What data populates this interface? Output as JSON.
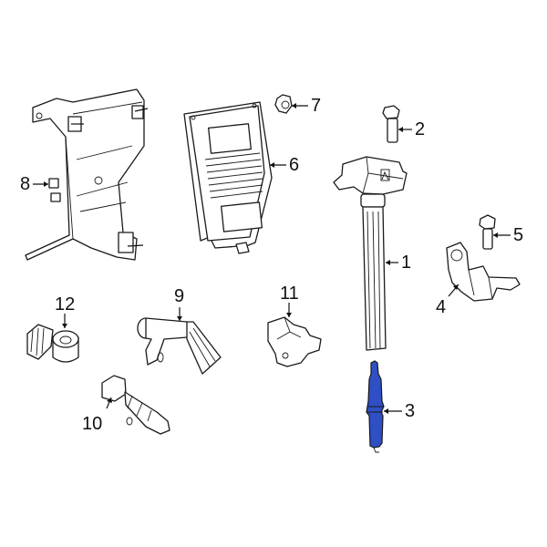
{
  "diagram": {
    "type": "exploded parts diagram",
    "highlight_color": "#2f4fc4",
    "highlighted_part": "3",
    "callouts": [
      {
        "id": "1",
        "label": "1",
        "part": "ignition-coil"
      },
      {
        "id": "2",
        "label": "2",
        "part": "coil-bolt"
      },
      {
        "id": "3",
        "label": "3",
        "part": "spark-plug"
      },
      {
        "id": "4",
        "label": "4",
        "part": "sensor-4"
      },
      {
        "id": "5",
        "label": "5",
        "part": "sensor-bolt"
      },
      {
        "id": "6",
        "label": "6",
        "part": "engine-control-module"
      },
      {
        "id": "7",
        "label": "7",
        "part": "nut"
      },
      {
        "id": "8",
        "label": "8",
        "part": "ecm-bracket"
      },
      {
        "id": "9",
        "label": "9",
        "part": "camshaft-sensor"
      },
      {
        "id": "10",
        "label": "10",
        "part": "temperature-sensor"
      },
      {
        "id": "11",
        "label": "11",
        "part": "crankshaft-sensor"
      },
      {
        "id": "12",
        "label": "12",
        "part": "knock-sensor"
      }
    ]
  }
}
